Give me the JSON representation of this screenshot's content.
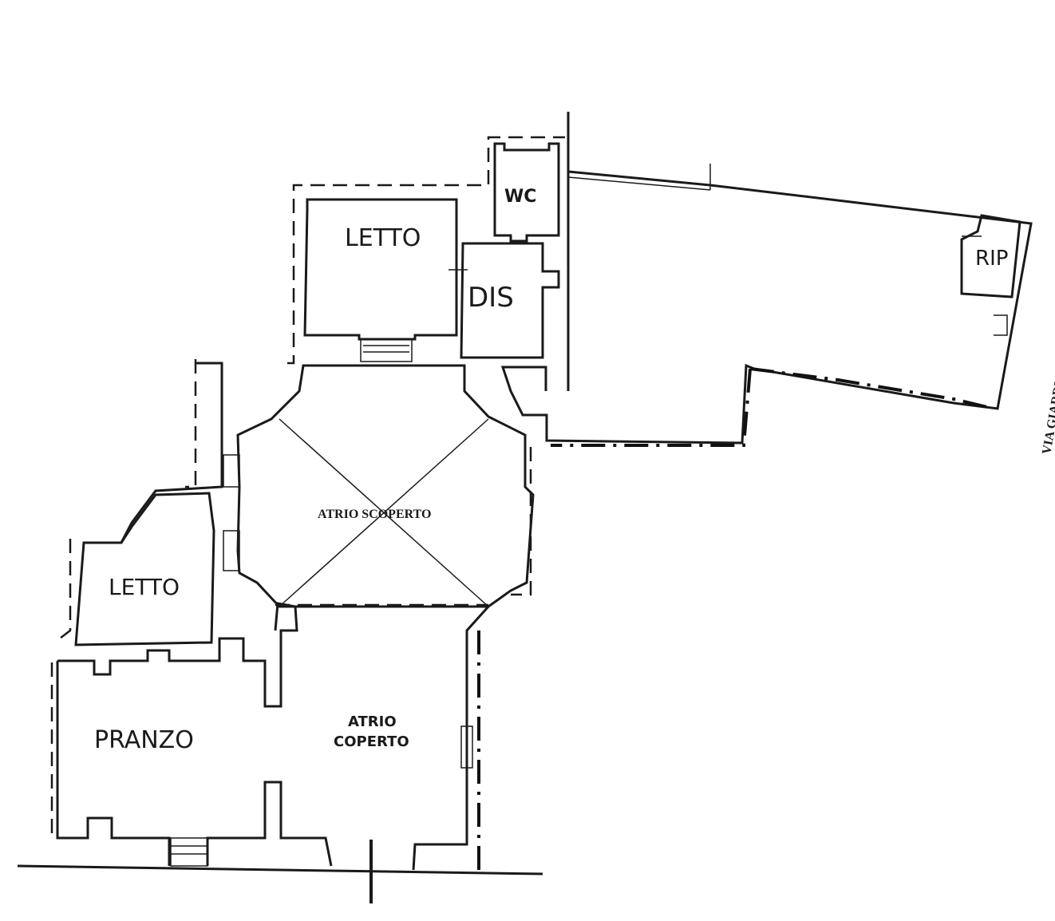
{
  "rooms": {
    "letto_top": "LETTO",
    "wc": "WC",
    "dis": "DIS",
    "rip": "RIP",
    "atrio_scoperto": "ATRIO SCOPERTO",
    "letto_left": "LETTO",
    "pranzo": "PRANZO",
    "atrio_coperto_line1": "ATRIO",
    "atrio_coperto_line2": "COPERTO"
  },
  "street": {
    "label": "VIA GIARDI"
  }
}
